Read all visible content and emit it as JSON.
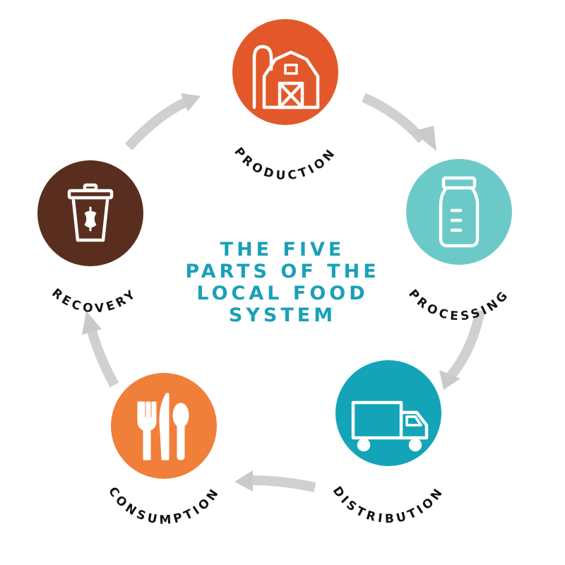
{
  "title": {
    "line1": "THE FIVE",
    "line2": "PARTS OF THE",
    "line3": "LOCAL FOOD",
    "line4": "SYSTEM"
  },
  "stages": [
    {
      "label": "PRODUCTION",
      "icon": "barn-icon",
      "color": "#e2582a"
    },
    {
      "label": "PROCESSING",
      "icon": "jar-icon",
      "color": "#6bcac8"
    },
    {
      "label": "DISTRIBUTION",
      "icon": "truck-icon",
      "color": "#13a4b8"
    },
    {
      "label": "CONSUMPTION",
      "icon": "utensils-icon",
      "color": "#f07f3a"
    },
    {
      "label": "RECOVERY",
      "icon": "compost-bin-icon",
      "color": "#5a2e1e"
    }
  ],
  "colors": {
    "title": "#1aa0b8",
    "arrow": "#cfcfcf",
    "label": "#111111",
    "icon_stroke": "#ffffff"
  }
}
